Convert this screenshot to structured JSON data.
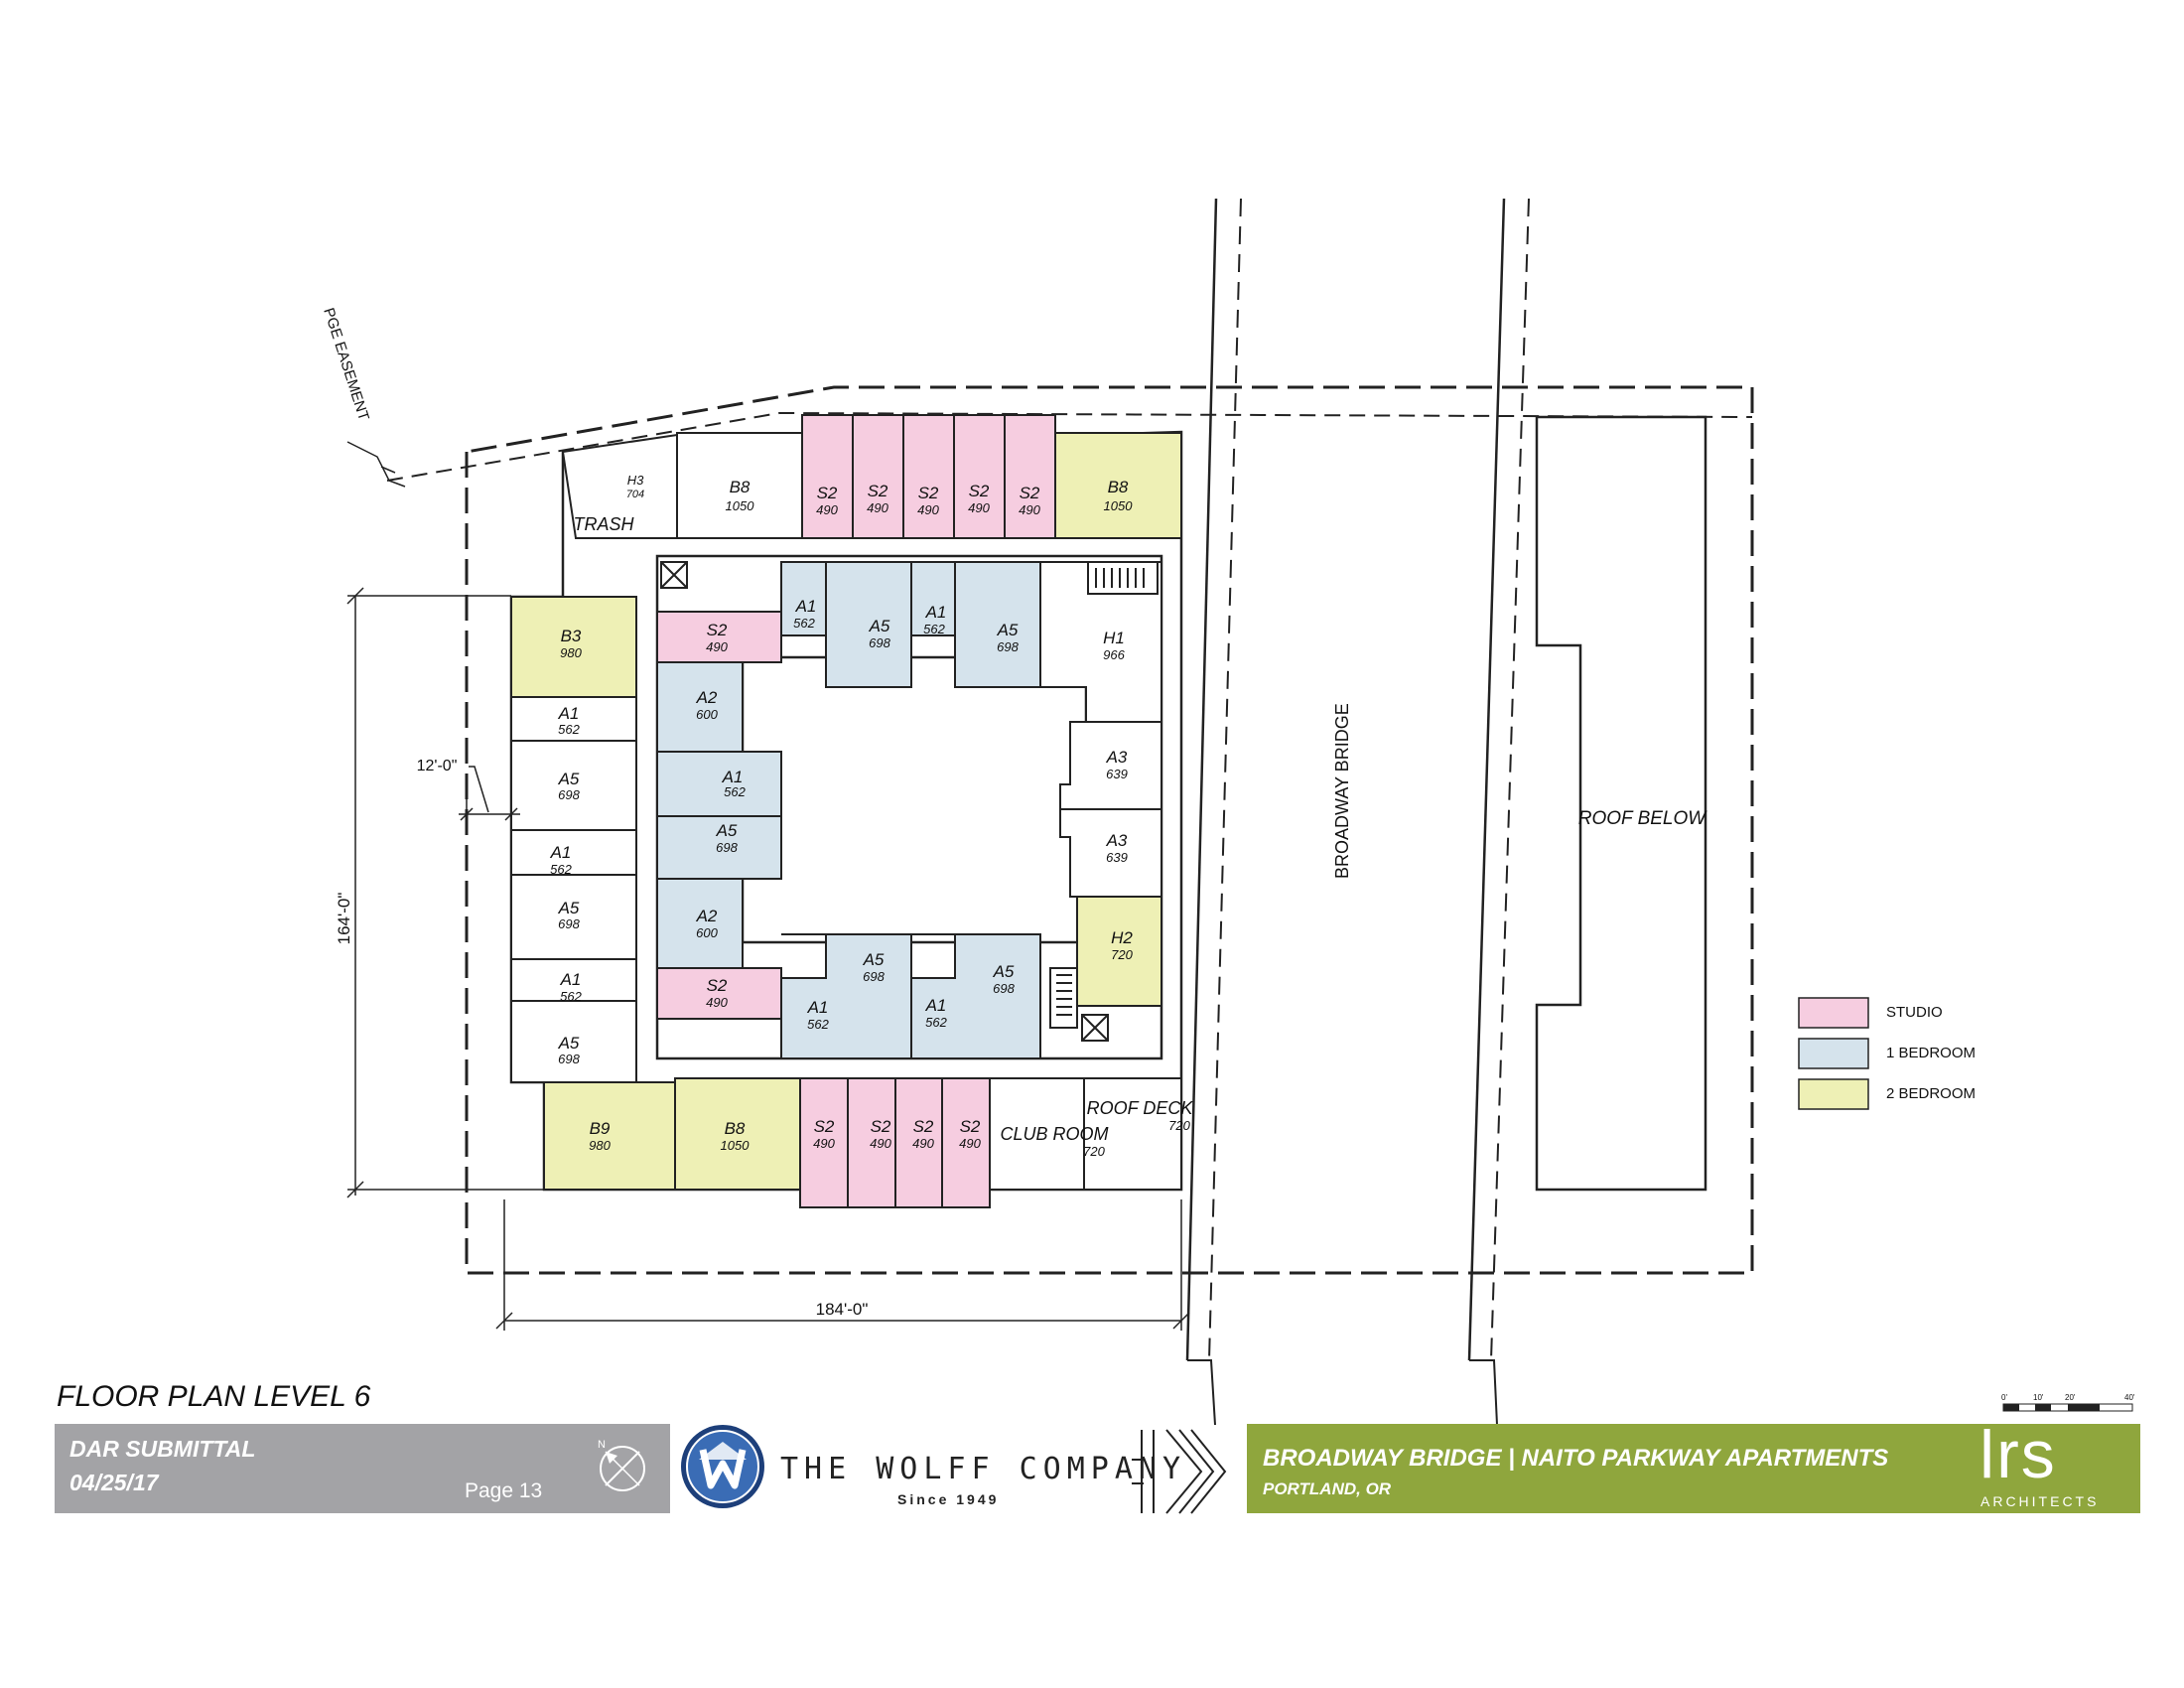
{
  "sheet": {
    "title": "FLOOR PLAN LEVEL 6",
    "submittal": "DAR SUBMITTAL",
    "date": "04/25/17",
    "page": "Page 13",
    "north": "N",
    "project_title": "BROADWAY BRIDGE | NAITO PARKWAY APARTMENTS",
    "location": "PORTLAND, OR",
    "developer": "THE WOLFF COMPANY",
    "developer_since": "Since 1949",
    "architect": "LRS",
    "architect_sub": "ARCHITECTS"
  },
  "scale_bar": [
    "0'",
    "10'",
    "20'",
    "40'"
  ],
  "site_labels": {
    "easement": "PGE EASEMENT",
    "bridge": "BROADWAY BRIDGE",
    "roof": "ROOF BELOW",
    "trash": "TRASH",
    "club": "CLUB ROOM",
    "club_area": "720",
    "deck": "ROOF DECK",
    "deck_area": "720"
  },
  "dimensions": {
    "height": "164'-0\"",
    "width": "184'-0\"",
    "corridor": "12'-0\""
  },
  "legend": [
    {
      "label": "STUDIO",
      "color": "#f6cde0"
    },
    {
      "label": "1 BEDROOM",
      "color": "#d5e3ec"
    },
    {
      "label": "2 BEDROOM",
      "color": "#eef0b5"
    }
  ],
  "colors": {
    "studio": "#f6cde0",
    "one_bed": "#d5e3ec",
    "two_bed": "#eef0b5"
  },
  "units": {
    "h3": {
      "type": "H3",
      "area": "704"
    },
    "b8_nw": {
      "type": "B8",
      "area": "1050"
    },
    "s2_n1": {
      "type": "S2",
      "area": "490"
    },
    "s2_n2": {
      "type": "S2",
      "area": "490"
    },
    "s2_n3": {
      "type": "S2",
      "area": "490"
    },
    "s2_n4": {
      "type": "S2",
      "area": "490"
    },
    "s2_n5": {
      "type": "S2",
      "area": "490"
    },
    "b8_ne": {
      "type": "B8",
      "area": "1050"
    },
    "b3": {
      "type": "B3",
      "area": "980"
    },
    "a1_w1": {
      "type": "A1",
      "area": "562"
    },
    "a5_w1": {
      "type": "A5",
      "area": "698"
    },
    "a1_w2": {
      "type": "A1",
      "area": "562"
    },
    "a5_w2": {
      "type": "A5",
      "area": "698"
    },
    "a1_w3": {
      "type": "A1",
      "area": "562"
    },
    "a5_w3": {
      "type": "A5",
      "area": "698"
    },
    "s2_in1": {
      "type": "S2",
      "area": "490"
    },
    "a2_in1": {
      "type": "A2",
      "area": "600"
    },
    "a1_in1": {
      "type": "A1",
      "area": "562"
    },
    "a5_in1": {
      "type": "A5",
      "area": "698"
    },
    "a2_in2": {
      "type": "A2",
      "area": "600"
    },
    "s2_in2": {
      "type": "S2",
      "area": "490"
    },
    "a1_c1": {
      "type": "A1",
      "area": "562"
    },
    "a5_c1": {
      "type": "A5",
      "area": "698"
    },
    "a1_c2": {
      "type": "A1",
      "area": "562"
    },
    "a5_c2": {
      "type": "A5",
      "area": "698"
    },
    "h1": {
      "type": "H1",
      "area": "966"
    },
    "a3_1": {
      "type": "A3",
      "area": "639"
    },
    "a3_2": {
      "type": "A3",
      "area": "639"
    },
    "h2": {
      "type": "H2",
      "area": "720"
    },
    "a5_s1": {
      "type": "A5",
      "area": "698"
    },
    "a1_s1": {
      "type": "A1",
      "area": "562"
    },
    "a1_s2": {
      "type": "A1",
      "area": "562"
    },
    "a5_s2": {
      "type": "A5",
      "area": "698"
    },
    "b9": {
      "type": "B9",
      "area": "980"
    },
    "b8_s": {
      "type": "B8",
      "area": "1050"
    },
    "s2_s1": {
      "type": "S2",
      "area": "490"
    },
    "s2_s2": {
      "type": "S2",
      "area": "490"
    },
    "s2_s3": {
      "type": "S2",
      "area": "490"
    },
    "s2_s4": {
      "type": "S2",
      "area": "490"
    }
  }
}
